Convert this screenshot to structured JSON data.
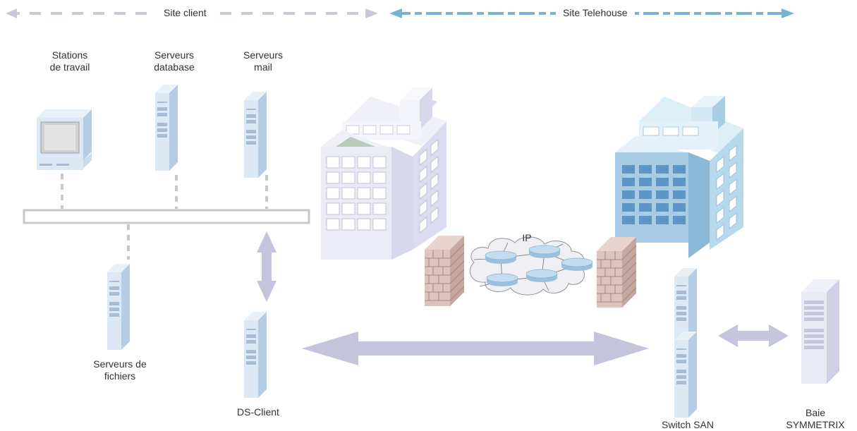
{
  "header": {
    "site_client": "Site client",
    "site_telehouse": "Site Telehouse"
  },
  "labels": {
    "stations": "Stations\nde travail",
    "db_servers": "Serveurs\ndatabase",
    "mail_servers": "Serveurs\nmail",
    "file_servers": "Serveurs de\nfichiers",
    "ds_client": "DS-Client",
    "ip": "IP",
    "switch_san": "Switch SAN",
    "baie": "Baie\nSYMMETRIX"
  },
  "colors": {
    "client_dash": "#c8c8d8",
    "telehouse_dash": "#78b4d0",
    "arrow": "#c4c4dc",
    "server_light": "#dce8f4",
    "server_side": "#b4cce4",
    "building_client": "#e8e8f4",
    "building_telehouse": "#a8cce4",
    "firewall": "#d8bcb4"
  }
}
